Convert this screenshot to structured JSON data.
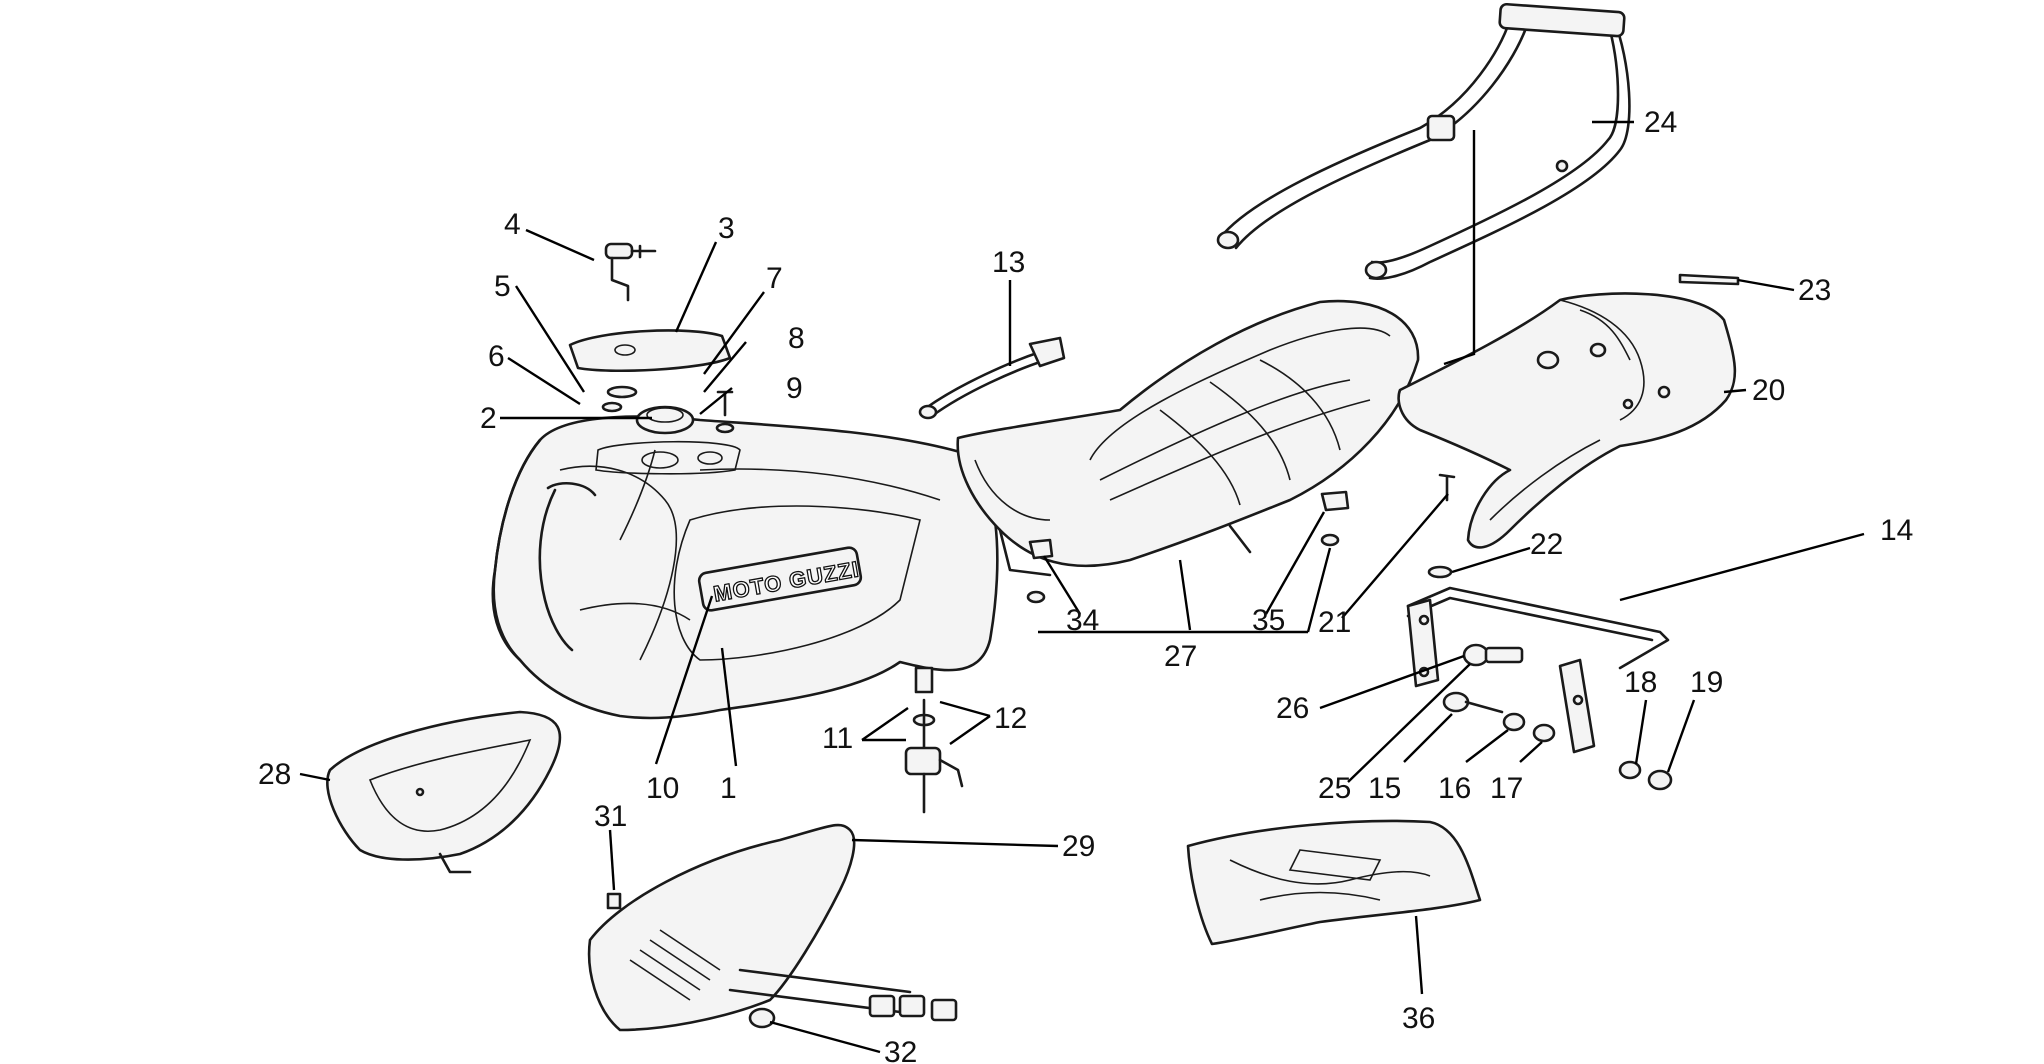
{
  "diagram": {
    "logo_text": "MOTO GUZZI",
    "callouts": [
      {
        "id": "1",
        "label": "1"
      },
      {
        "id": "2",
        "label": "2"
      },
      {
        "id": "3",
        "label": "3"
      },
      {
        "id": "4",
        "label": "4"
      },
      {
        "id": "5",
        "label": "5"
      },
      {
        "id": "6",
        "label": "6"
      },
      {
        "id": "7",
        "label": "7"
      },
      {
        "id": "8",
        "label": "8"
      },
      {
        "id": "9",
        "label": "9"
      },
      {
        "id": "10",
        "label": "10"
      },
      {
        "id": "11",
        "label": "11"
      },
      {
        "id": "12",
        "label": "12"
      },
      {
        "id": "13",
        "label": "13"
      },
      {
        "id": "14",
        "label": "14"
      },
      {
        "id": "15",
        "label": "15"
      },
      {
        "id": "16",
        "label": "16"
      },
      {
        "id": "17",
        "label": "17"
      },
      {
        "id": "18",
        "label": "18"
      },
      {
        "id": "19",
        "label": "19"
      },
      {
        "id": "20",
        "label": "20"
      },
      {
        "id": "21",
        "label": "21"
      },
      {
        "id": "22",
        "label": "22"
      },
      {
        "id": "23",
        "label": "23"
      },
      {
        "id": "24",
        "label": "24"
      },
      {
        "id": "25",
        "label": "25"
      },
      {
        "id": "26",
        "label": "26"
      },
      {
        "id": "27",
        "label": "27"
      },
      {
        "id": "28",
        "label": "28"
      },
      {
        "id": "29",
        "label": "29"
      },
      {
        "id": "31",
        "label": "31"
      },
      {
        "id": "32",
        "label": "32"
      },
      {
        "id": "34",
        "label": "34"
      },
      {
        "id": "35",
        "label": "35"
      },
      {
        "id": "36",
        "label": "36"
      }
    ]
  }
}
